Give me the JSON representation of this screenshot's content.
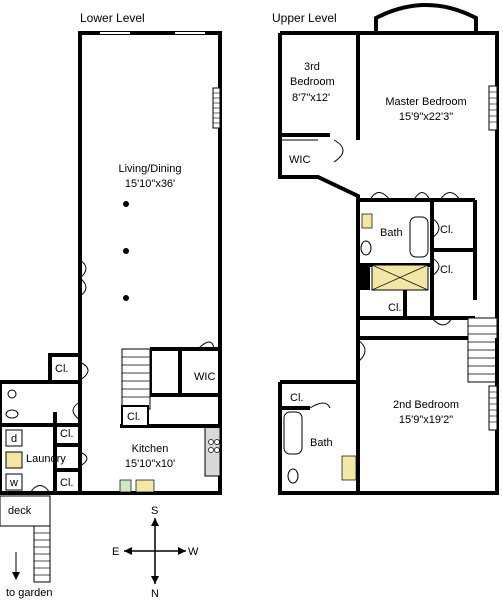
{
  "levels": {
    "lower": "Lower Level",
    "upper": "Upper Level"
  },
  "rooms": {
    "living_dining_name": "Living/Dining",
    "living_dining_dims": "15'10\"x36'",
    "kitchen_name": "Kitchen",
    "kitchen_dims": "15'10\"x10'",
    "lower_wic": "WIC",
    "laundry": "Laundry",
    "dryer_letter": "d",
    "washer_letter": "w",
    "lower_closet_a": "Cl.",
    "lower_closet_b": "Cl.",
    "lower_closet_c": "Cl.",
    "lower_closet_d": "Cl.",
    "third_bed_line1": "3rd",
    "third_bed_line2": "Bedroom",
    "third_bed_dims": "8'7\"x12'",
    "upper_wic": "WIC",
    "master_name": "Master Bedroom",
    "master_dims": "15'9\"x22'3\"",
    "upper_bath": "Bath",
    "upper_cl_1": "Cl.",
    "upper_cl_2": "Cl.",
    "upper_cl_3": "Cl.",
    "second_bed_name": "2nd Bedroom",
    "second_bed_dims": "15'9\"x19'2\"",
    "lower_bath": "Bath",
    "lower_bath_cl": "Cl."
  },
  "outside": {
    "deck": "deck",
    "to_garden": "to garden"
  },
  "compass": {
    "north": "N",
    "south": "S",
    "east": "E",
    "west": "W"
  },
  "colors": {
    "wall": "#000000",
    "fixture_yellow": "#f3e7a6",
    "counter_gray": "#d9d9d9",
    "stairs_dark": "#000000",
    "window_green": "#cfe8c8"
  }
}
